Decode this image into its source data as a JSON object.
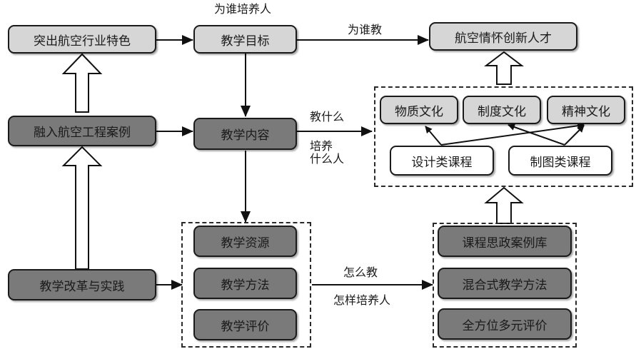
{
  "diagram": {
    "boxes": {
      "feature": "突出航空行业特色",
      "goal": "教学目标",
      "talent": "航空情怀创新人才",
      "cases": "融入航空工程案例",
      "content": "教学内容",
      "reform": "教学改革与实践",
      "resources": "教学资源",
      "methods": "教学方法",
      "evaluation": "教学评价",
      "material_culture": "物质文化",
      "institutional_culture": "制度文化",
      "spiritual_culture": "精神文化",
      "design_courses": "设计类课程",
      "drawing_courses": "制图类课程",
      "case_library": "课程思政案例库",
      "blended_method": "混合式教学方法",
      "multi_evaluation": "全方位多元评价"
    },
    "labels": {
      "for_whom_cultivate": "为谁培养人",
      "for_whom_teach": "为谁教",
      "teach_what": "教什么",
      "cultivate_what_1": "培养",
      "cultivate_what_2": "什么人",
      "how_teach": "怎么教",
      "how_cultivate": "怎样培养人"
    }
  }
}
